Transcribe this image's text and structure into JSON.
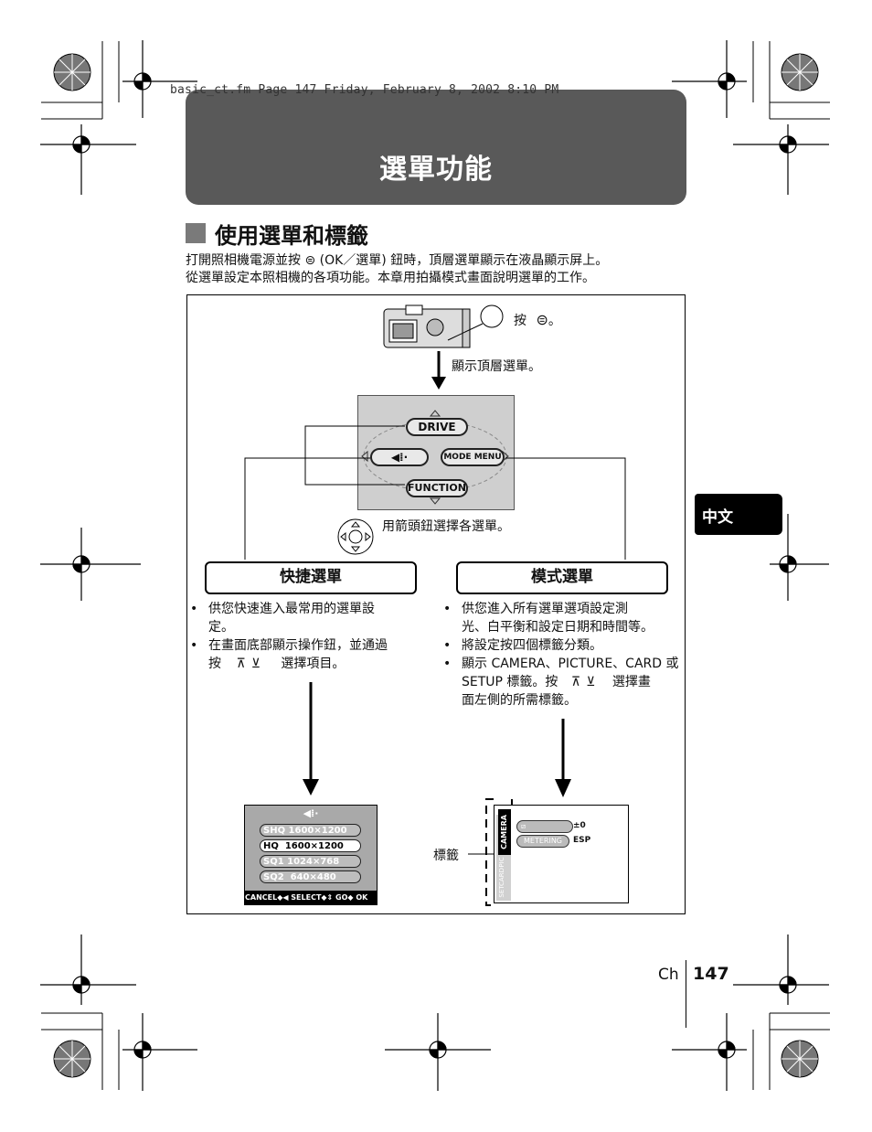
{
  "file_header": "basic_ct.fm  Page 147  Friday, February 8, 2002  8:10 PM",
  "chapter_title": "選單功能",
  "section_title": "使用選單和標籤",
  "intro": {
    "line1": "打開照相機電源並按 ⊜ (OK／選單) 鈕時，頂層選單顯示在液晶顯示屏上。",
    "line2": "從選單設定本照相機的各項功能。本章用拍攝模式畫面說明選單的工作。"
  },
  "side_tab": "中文",
  "diagram": {
    "press_label": "按",
    "step1": "顯示頂層選單。",
    "menu": {
      "top": "DRIVE",
      "right": "MODE MENU",
      "bottom": "FUNCTION",
      "left_icon": "◀⁞·"
    },
    "arrow_pad_label": "用箭頭鈕選擇各選單。",
    "shortcut": {
      "title": "快捷選單",
      "b1_l1": "供您快速進入最常用的選單設",
      "b1_l2": "定。",
      "b2_l1": "在畫面底部顯示操作鈕，並通過",
      "b2_l2": "按",
      "b2_l2_tail": "選擇項目。"
    },
    "mode": {
      "title": "模式選單",
      "b1_l1": "供您進入所有選單選項設定測",
      "b1_l2": "光、白平衡和設定日期和時間等。",
      "b2": "將設定按四個標籤分類。",
      "b3_l1": "顯示 CAMERA、PICTURE、CARD 或",
      "b3_l2a": "SETUP 標籤。按",
      "b3_l2b": "選擇畫",
      "b3_l3": "面左側的所需標籤。"
    },
    "lcd_quality": {
      "rows": [
        "SHQ 1600×1200",
        "HQ  1600×1200",
        "SQ1 1024×768",
        "SQ2  640×480"
      ],
      "footer": "CANCEL◆◀ SELECT◆⇕ GO◆ OK"
    },
    "lcd_mode": {
      "tabs": [
        "CAMERA",
        "PIC",
        "CARD",
        "SET"
      ],
      "row2": "METERING",
      "row1_val": "±0",
      "row2_val": "ESP"
    },
    "tab_label": "標籤"
  },
  "footer": {
    "chapter": "Ch",
    "page": "147"
  }
}
